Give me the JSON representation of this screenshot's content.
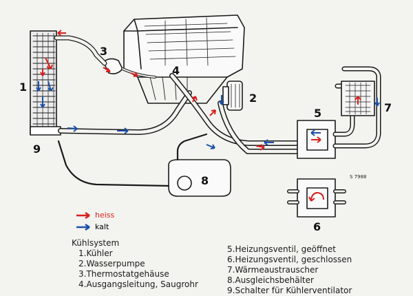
{
  "diagram": {
    "colors": {
      "hot": "#d91e1e",
      "cold": "#1a4fa8",
      "line": "#1a1a1a"
    },
    "callouts": [
      "1",
      "2",
      "3",
      "4",
      "5",
      "6",
      "7",
      "8",
      "9"
    ],
    "drawing_code": "S 7988"
  },
  "legend": {
    "hot_label": "heiss",
    "cold_label": "kalt"
  },
  "caption": {
    "title": "Kühlsystem",
    "items_left": [
      "1.Kühler",
      "2.Wasserpumpe",
      "3.Thermostatgehäuse",
      "4.Ausgangsleitung, Saugrohr"
    ],
    "items_right": [
      "5.Heizungsventil, geöffnet",
      "6.Heizungsventil, geschlossen",
      "7.Wärmeaustrauscher",
      "8.Ausgleichsbehälter",
      "9.Schalter für Kühlerventilator"
    ]
  }
}
